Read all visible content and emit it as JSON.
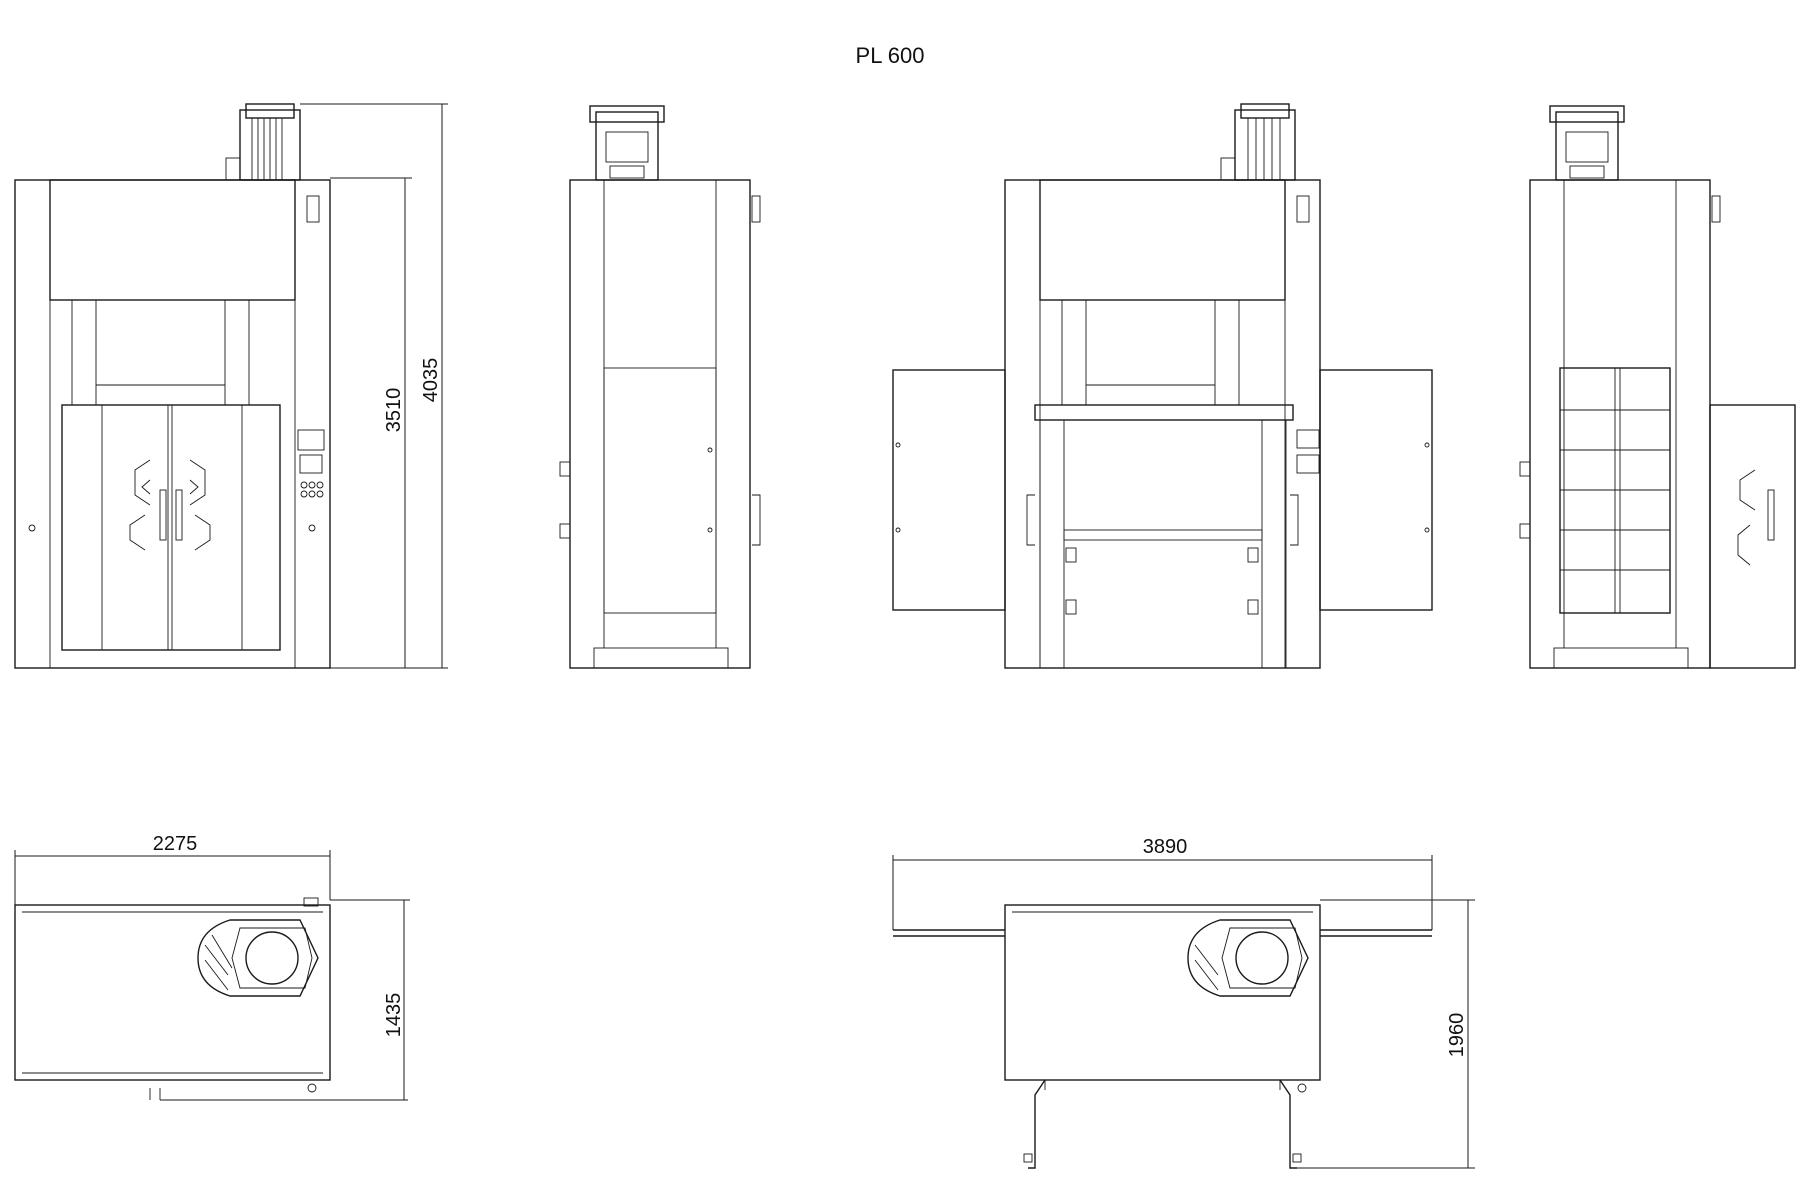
{
  "title": "PL 600",
  "dimensions": {
    "front_height_body": "3510",
    "front_height_total": "4035",
    "top_width": "2275",
    "top_depth": "1435",
    "open_width": "3890",
    "open_depth": "1960"
  }
}
